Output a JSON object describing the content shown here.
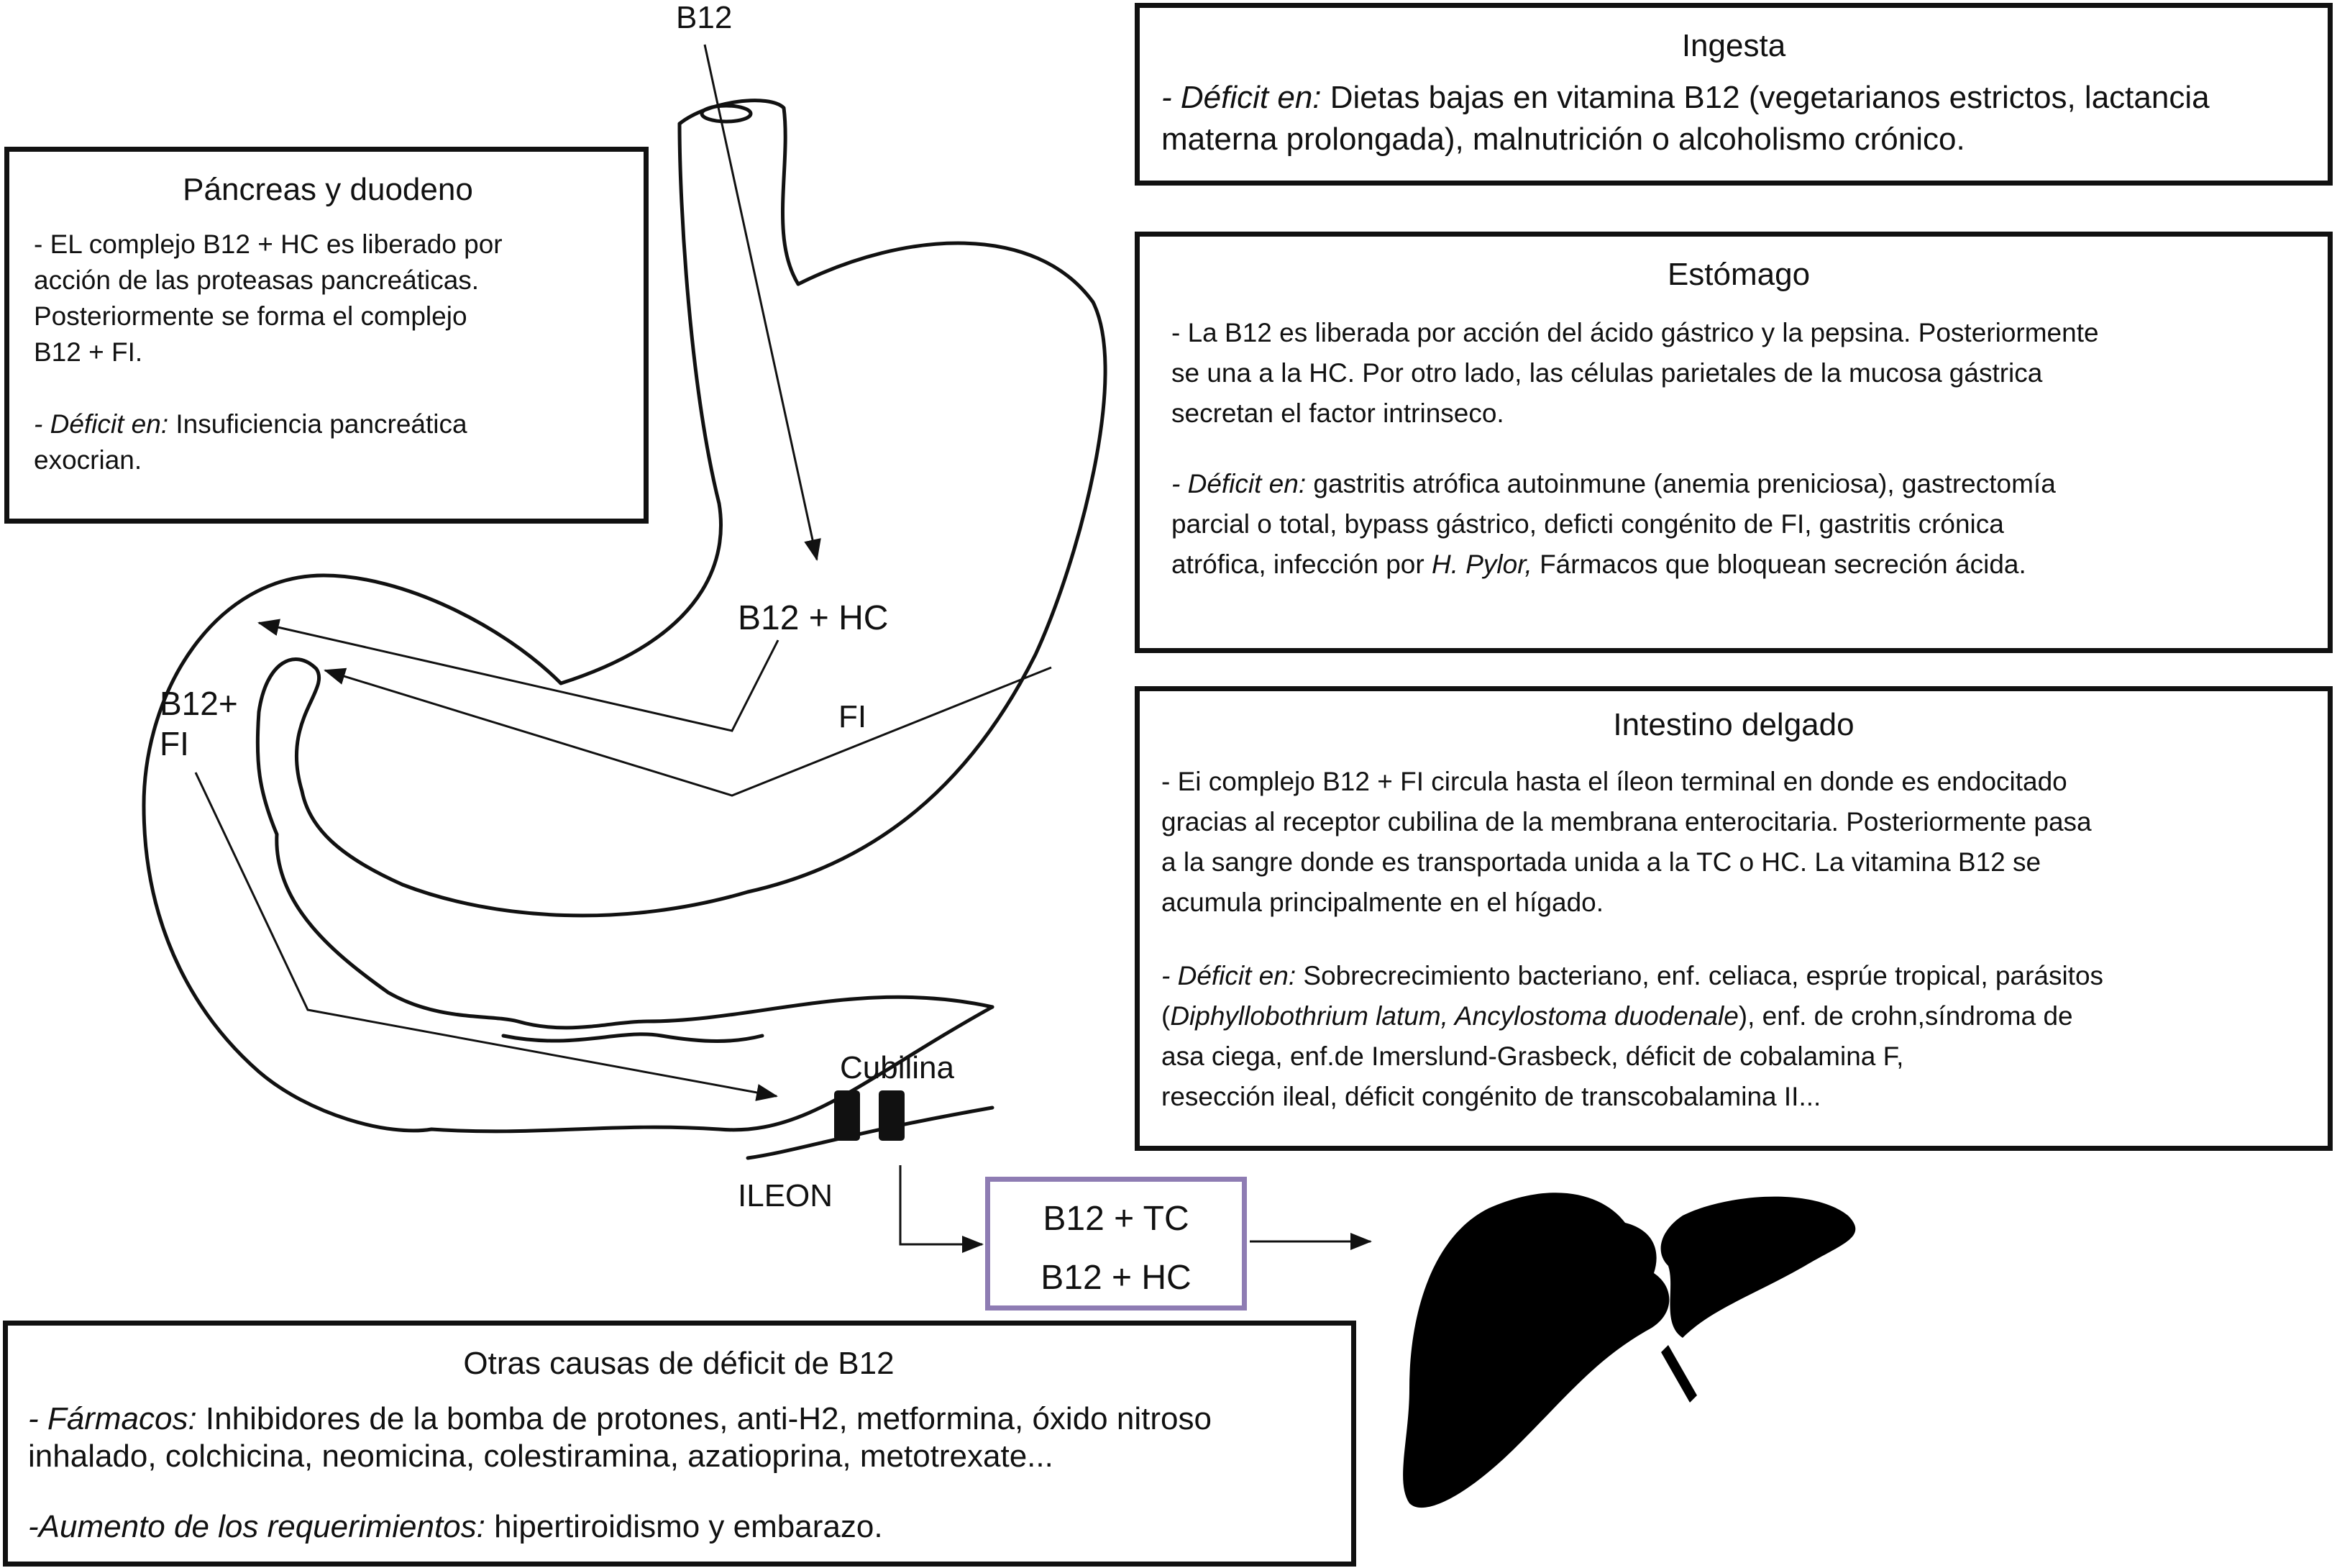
{
  "labels": {
    "b12_top": "B12",
    "b12_hc": "B12 + HC",
    "fi": "FI",
    "b12_fi_line1": "B12+",
    "b12_fi_line2": "FI",
    "cubilina": "Cubilina",
    "ileon": "ILEON"
  },
  "transport_box": {
    "line1": "B12 + TC",
    "line2": "B12 + HC"
  },
  "pancreas": {
    "title": "Páncreas y duodeno",
    "body": [
      "- EL complejo B12 + HC es liberado por",
      "acción de las proteasas pancreáticas.",
      "Posteriormente se forma el complejo",
      "B12 + FI."
    ],
    "deficit_label": "- Déficit en:",
    "deficit_lines": [
      " Insuficiencia pancreática",
      "exocrian."
    ]
  },
  "ingesta": {
    "title": "Ingesta",
    "deficit_label": "- Déficit en:",
    "deficit_lines": [
      " Dietas bajas en vitamina B12 (vegetarianos estrictos, lactancia",
      "materna prolongada), malnutrición o alcoholismo crónico."
    ]
  },
  "estomago": {
    "title": "Estómago",
    "body": [
      "- La B12 es liberada por acción del ácido gástrico y la pepsina. Posteriormente",
      "se una a la HC. Por otro lado, las células parietales de la mucosa gástrica",
      "secretan el factor intrinseco."
    ],
    "deficit_label": "- Déficit en:",
    "deficit_lines": [
      " gastritis atrófica autoinmune (anemia preniciosa), gastrectomía",
      "parcial o total, bypass gástrico, deficti congénito de FI, gastritis crónica",
      "atrófica, infección por "
    ],
    "pylori": "H. Pylor,",
    "deficit_tail": " Fármacos que bloquean secreción ácida."
  },
  "intestino": {
    "title": "Intestino delgado",
    "body": [
      "- Ei complejo B12 + FI circula hasta el íleon terminal en donde es endocitado",
      "gracias al receptor cubilina de la membrana enterocitaria. Posteriormente pasa",
      "a la sangre donde es transportada unida a la TC o HC. La vitamina B12 se",
      "acumula principalmente en el hígado."
    ],
    "deficit_label": "- Déficit en:",
    "deficit_line1": " Sobrecrecimiento bacteriano, enf. celiaca, esprúe tropical, parásitos",
    "line2_pre": " (",
    "line2_italic": "Diphyllobothrium latum, Ancylostoma duodenale",
    "line2_post": "), enf. de crohn,síndroma de",
    "line3": " asa ciega, enf.de Imerslund-Grasbeck, déficit de cobalamina F,",
    "line4": "resección ileal, déficit congénito de transcobalamina II..."
  },
  "otras": {
    "title": "Otras causas de déficit de B12",
    "farmacos_label": "- Fármacos:",
    "farmacos_text": " Inhibidores de la bomba de protones, anti-H2, metformina, óxido nitroso",
    "farmacos_text2": "inhalado, colchicina, neomicina, colestiramina, azatioprina, metotrexate...",
    "req_label": "-Aumento de los requerimientos:",
    "req_text": " hipertiroidismo y embarazo."
  },
  "colors": {
    "line": "#111111",
    "transport_border": "#8e7cb3",
    "liver": "#000000"
  },
  "icons": [
    "stomach-duodenum-outline",
    "cubilina-receptor-icon",
    "liver-icon"
  ]
}
